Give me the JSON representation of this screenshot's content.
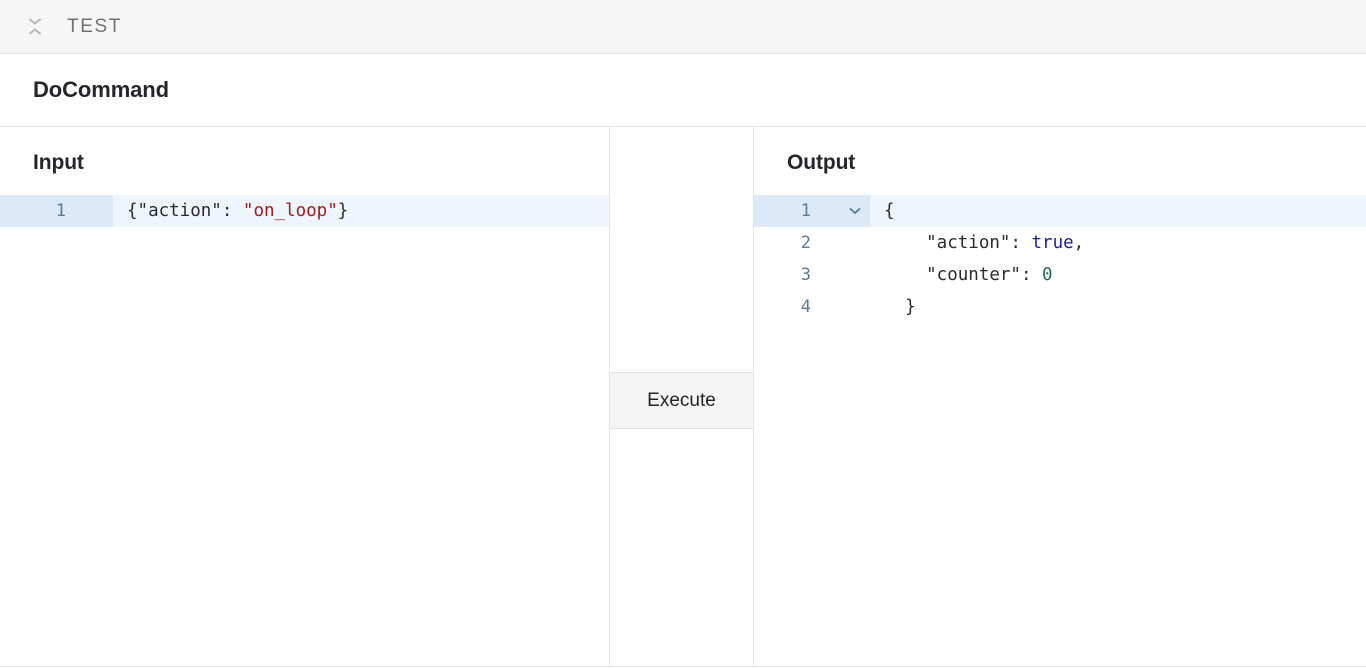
{
  "topbar": {
    "collapse_icon": "collapse-chevrons-icon",
    "title": "TEST"
  },
  "command": {
    "title": "DoCommand"
  },
  "input_panel": {
    "heading": "Input",
    "editor": {
      "active_line": 1,
      "lines": [
        {
          "number": "1",
          "tokens": [
            {
              "text": "{\"action\": ",
              "type": "punct"
            },
            {
              "text": "\"on_loop\"",
              "type": "string"
            },
            {
              "text": "}",
              "type": "punct"
            }
          ]
        }
      ]
    }
  },
  "center_panel": {
    "execute_label": "Execute"
  },
  "output_panel": {
    "heading": "Output",
    "editor": {
      "active_line": 1,
      "fold_icon": "chevron-down-icon",
      "lines": [
        {
          "number": "1",
          "foldable": true,
          "tokens": [
            {
              "text": "{",
              "type": "punct"
            }
          ]
        },
        {
          "number": "2",
          "foldable": false,
          "tokens": [
            {
              "text": "    \"action\": ",
              "type": "key"
            },
            {
              "text": "true",
              "type": "bool"
            },
            {
              "text": ",",
              "type": "punct"
            }
          ]
        },
        {
          "number": "3",
          "foldable": false,
          "tokens": [
            {
              "text": "    \"counter\": ",
              "type": "key"
            },
            {
              "text": "0",
              "type": "num"
            }
          ]
        },
        {
          "number": "4",
          "foldable": false,
          "tokens": [
            {
              "text": "  }",
              "type": "punct"
            }
          ]
        }
      ]
    }
  },
  "colors": {
    "topbar_bg": "#f6f6f6",
    "border": "#e4e4e8",
    "active_line": "#eef5fc",
    "gutter_active": "#dbe9f8",
    "line_number": "#5a7d95",
    "string": "#a01b1b",
    "boolean": "#1f1f96",
    "number": "#2a6b4f",
    "button_bg": "#f5f5f5"
  }
}
